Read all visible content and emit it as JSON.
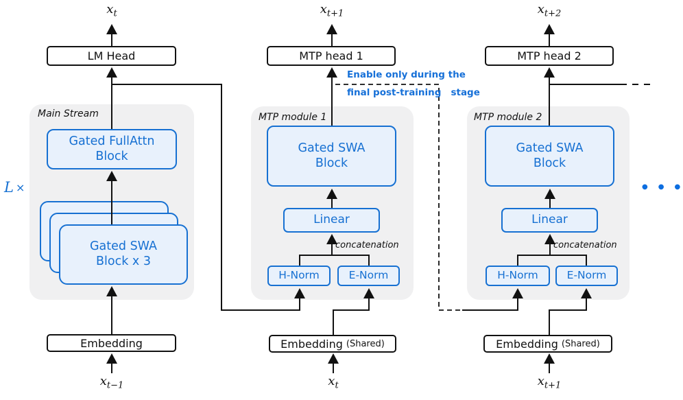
{
  "colors": {
    "accent": "#1670d2",
    "block_fill": "#e8f1fc",
    "panel_bg": "#f0f0f1",
    "line": "#111111"
  },
  "annotation": {
    "line1": "Enable only during the",
    "line2_left": "final post-training",
    "line2_right": "stage"
  },
  "ellipsis": "●●●",
  "columns": {
    "main": {
      "output_label": {
        "base": "x",
        "sub": "t"
      },
      "head_label": "LM Head",
      "panel_label": "Main Stream",
      "repeat_label": {
        "base": "L",
        "times": "×"
      },
      "fullattn_block": {
        "line1": "Gated FullAttn",
        "line2": "Block"
      },
      "swa_stack": {
        "line1": "Gated SWA",
        "line2": "Block x 3"
      },
      "embedding_label": "Embedding",
      "input_label": {
        "base": "x",
        "sub": "t−1"
      }
    },
    "mtp1": {
      "output_label": {
        "base": "x",
        "sub": "t+1"
      },
      "head_label": "MTP head 1",
      "panel_label": "MTP module 1",
      "swa_block": {
        "line1": "Gated SWA",
        "line2": "Block"
      },
      "linear_label": "Linear",
      "concat_label": "concatenation",
      "h_norm_label": "H-Norm",
      "e_norm_label": "E-Norm",
      "embedding_label": "Embedding",
      "embedding_note": "(Shared)",
      "input_label": {
        "base": "x",
        "sub": "t"
      }
    },
    "mtp2": {
      "output_label": {
        "base": "x",
        "sub": "t+2"
      },
      "head_label": "MTP head 2",
      "panel_label": "MTP module 2",
      "swa_block": {
        "line1": "Gated SWA",
        "line2": "Block"
      },
      "linear_label": "Linear",
      "concat_label": "concatenation",
      "h_norm_label": "H-Norm",
      "e_norm_label": "E-Norm",
      "embedding_label": "Embedding",
      "embedding_note": "(Shared)",
      "input_label": {
        "base": "x",
        "sub": "t+1"
      }
    }
  }
}
